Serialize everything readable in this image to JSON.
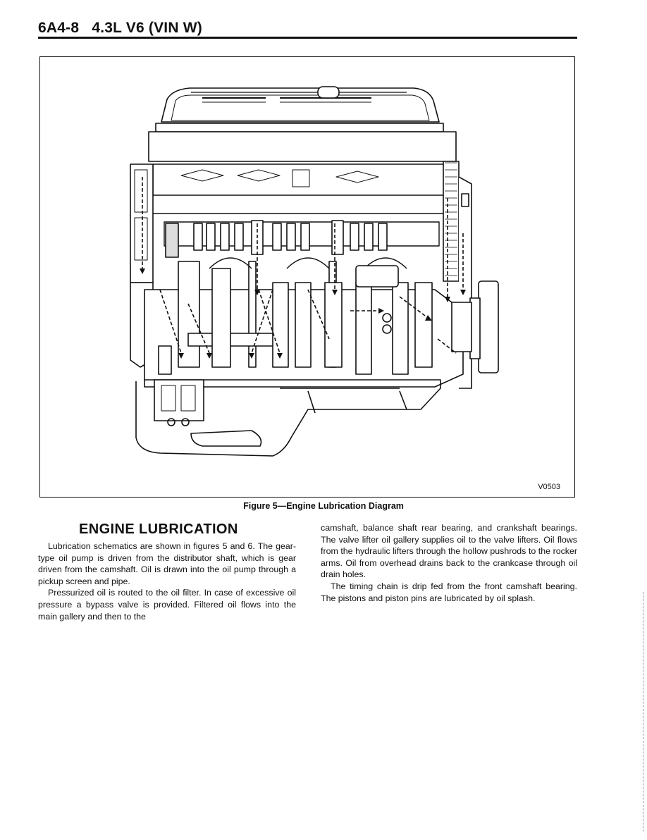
{
  "header": {
    "section_number": "6A4-8",
    "title": "4.3L V6 (VIN W)"
  },
  "figure": {
    "code": "V0503",
    "caption": "Figure 5—Engine Lubrication Diagram"
  },
  "section": {
    "title": "ENGINE LUBRICATION",
    "left_paragraphs": [
      "Lubrication schematics are shown in figures 5 and 6. The gear-type oil pump is driven from the distributor shaft, which is gear driven from the camshaft. Oil is drawn into the oil pump through a pickup screen and pipe.",
      "Pressurized oil is routed to the oil filter. In case of excessive oil pressure a bypass valve is provided. Filtered oil flows into the main gallery and then to the"
    ],
    "right_paragraphs": [
      "camshaft, balance shaft rear bearing, and crankshaft bearings. The valve lifter oil gallery supplies oil to the valve lifters. Oil flows from the hydraulic lifters through the hollow pushrods to the rocker arms. Oil from overhead drains back to the crankcase through oil drain holes.",
      "The timing chain is drip fed from the front camshaft bearing. The pistons and piston pins are lubricated by oil splash."
    ]
  }
}
